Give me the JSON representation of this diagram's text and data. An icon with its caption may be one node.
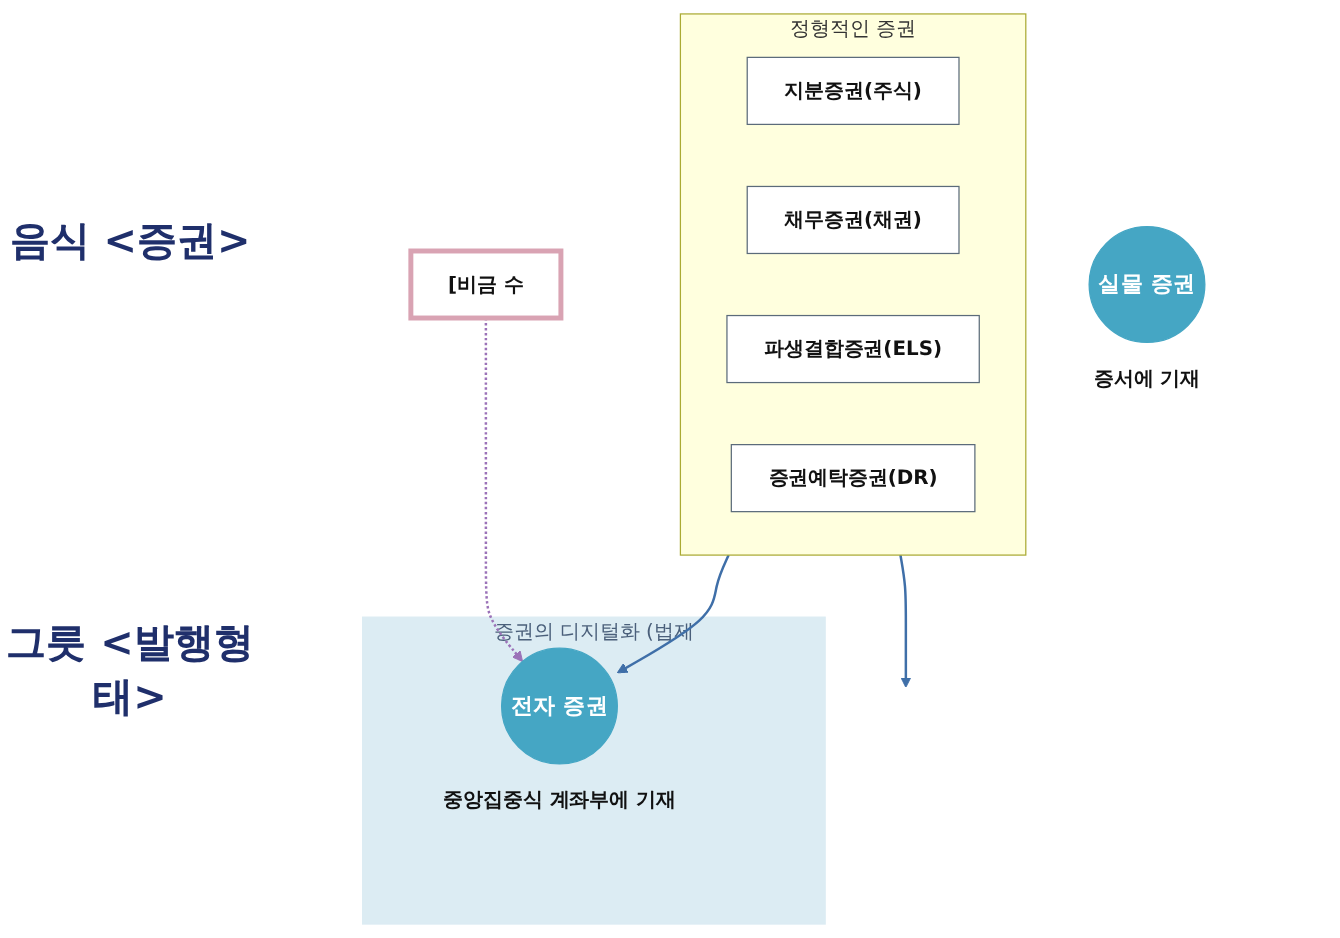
{
  "diagram": {
    "nodes": [
      {
        "text": [
          "정형적인 증권"
        ]
      },
      {
        "text": [
          "지분증권(주식)"
        ],
        "in": 0
      },
      {
        "text": [
          "채무증권(채권)"
        ],
        "in": 0
      },
      {
        "text": [
          "파생결합증권(ELS)"
        ],
        "in": 0
      },
      {
        "text": [
          "증권예탁증권(DR)"
        ],
        "in": 0
      },
      {
        "text": [
          "[비금 수"
        ]
      },
      {
        "text": [
          "증권의 디지털화 (법제"
        ]
      },
      {
        "text": [
          "실물 증권"
        ],
        "beside": [
          "증서에 기재"
        ]
      },
      {
        "text": [
          "전자 증권"
        ],
        "in": 6,
        "beside": [
          "중앙집중식 계좌부에 기재"
        ]
      }
    ],
    "edges": [
      {
        "from": 0,
        "to": 8,
        "arrow": "to"
      },
      {
        "from": 0,
        "to": null,
        "arrow": "to"
      },
      {
        "from": 5,
        "to": 8,
        "arrow": "to",
        "style": "dashed",
        "color": "#9b72b8"
      }
    ],
    "labels": [
      "음식 <증권>",
      "그릇 <발행형태>"
    ]
  }
}
